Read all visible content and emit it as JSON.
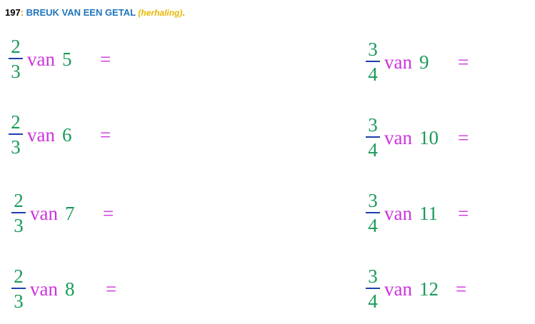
{
  "header": {
    "number": "197",
    "colon": ":",
    "title": "BREUK VAN EEN GETAL",
    "subtitle": "(herhaling)",
    "period": "."
  },
  "colors": {
    "fraction": "#1a9a5a",
    "fraction_bar": "#1f3fae",
    "word": "#cc33dd",
    "title": "#1f75bd",
    "subtitle": "#e8b800"
  },
  "word": "van",
  "equals": "=",
  "exercises": [
    {
      "numerator": "2",
      "denominator": "3",
      "number": "5"
    },
    {
      "numerator": "3",
      "denominator": "4",
      "number": "9"
    },
    {
      "numerator": "2",
      "denominator": "3",
      "number": "6"
    },
    {
      "numerator": "3",
      "denominator": "4",
      "number": "10"
    },
    {
      "numerator": "2",
      "denominator": "3",
      "number": "7"
    },
    {
      "numerator": "3",
      "denominator": "4",
      "number": "11"
    },
    {
      "numerator": "2",
      "denominator": "3",
      "number": "8"
    },
    {
      "numerator": "3",
      "denominator": "4",
      "number": "12"
    }
  ]
}
